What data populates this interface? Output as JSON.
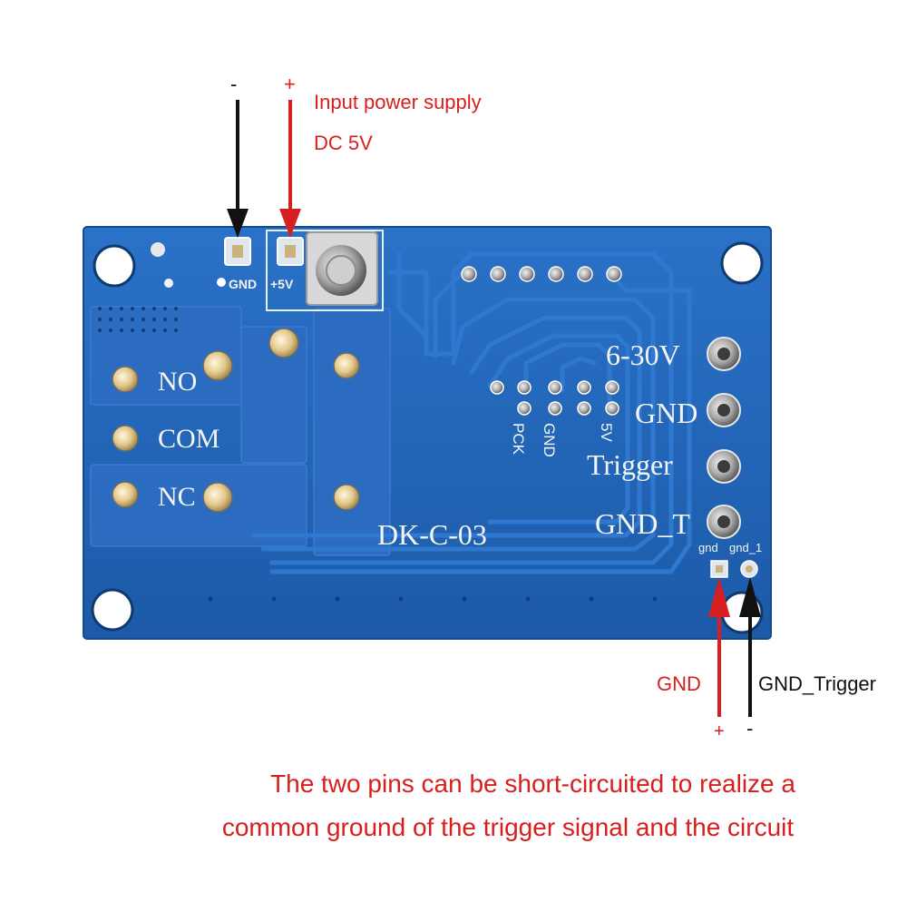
{
  "annotations": {
    "top_minus": "-",
    "top_plus": "+",
    "supply_line1": "Input power supply",
    "supply_line2": "DC 5V",
    "gnd_label": "GND",
    "gnd_trigger_label": "GND_Trigger",
    "bottom_plus": "+",
    "bottom_minus": "-",
    "note_line1": "The two pins can be short-circuited to realize a",
    "note_line2": "common ground of the trigger signal and the circuit"
  },
  "board": {
    "model": "DK-C-03",
    "power_header": {
      "gnd": "GND",
      "plus5": "+5V"
    },
    "relay_terminals": [
      "NO",
      "COM",
      "NC"
    ],
    "header_pins": [
      "PCK",
      "GND",
      "5V"
    ],
    "input_terminals": [
      "6-30V",
      "GND",
      "Trigger",
      "GND_T"
    ],
    "jumper_pins": [
      "gnd",
      "gnd_1"
    ]
  },
  "colors": {
    "annotation_red": "#d81e1e",
    "annotation_black": "#111111",
    "pcb_blue": "#1a5fb4",
    "silkscreen": "#f4f4f4"
  }
}
